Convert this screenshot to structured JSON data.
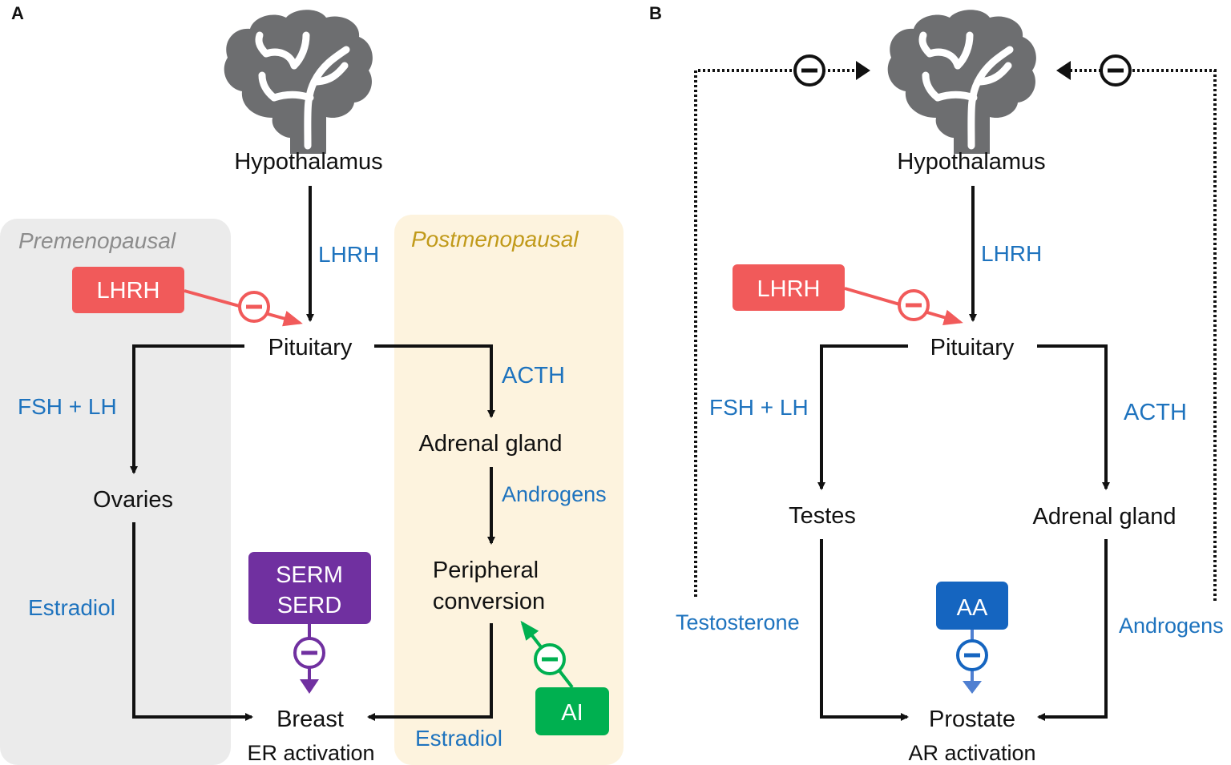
{
  "panel_a": {
    "letter": "A",
    "hypothalamus": "Hypothalamus",
    "lhrh_arrow": "LHRH",
    "premenopausal": "Premenopausal",
    "postmenopausal": "Postmenopausal",
    "lhrh_box": "LHRH",
    "pituitary": "Pituitary",
    "acth": "ACTH",
    "fsh_lh": "FSH + LH",
    "adrenal": "Adrenal gland",
    "androgens": "Androgens",
    "ovaries": "Ovaries",
    "peripheral_1": "Peripheral",
    "peripheral_2": "conversion",
    "serm": "SERM",
    "serd": "SERD",
    "estradiol_left": "Estradiol",
    "estradiol_right": "Estradiol",
    "ai": "AI",
    "breast": "Breast",
    "er_activation": "ER activation"
  },
  "panel_b": {
    "letter": "B",
    "hypothalamus": "Hypothalamus",
    "lhrh_arrow": "LHRH",
    "lhrh_box": "LHRH",
    "pituitary": "Pituitary",
    "fsh_lh": "FSH + LH",
    "acth": "ACTH",
    "testes": "Testes",
    "adrenal": "Adrenal gland",
    "aa": "AA",
    "testosterone": "Testosterone",
    "androgens": "Androgens",
    "prostate": "Prostate",
    "ar_activation": "AR activation"
  },
  "colors": {
    "lhrh_red": "#f15a5a",
    "serm_purple": "#7030a0",
    "ai_green": "#00b050",
    "aa_blue": "#1565c0",
    "label_blue": "#1e73be",
    "brain_gray": "#6d6e70",
    "premenopausal_bg": "#ebebeb",
    "postmenopausal_bg": "#fdf3de"
  }
}
